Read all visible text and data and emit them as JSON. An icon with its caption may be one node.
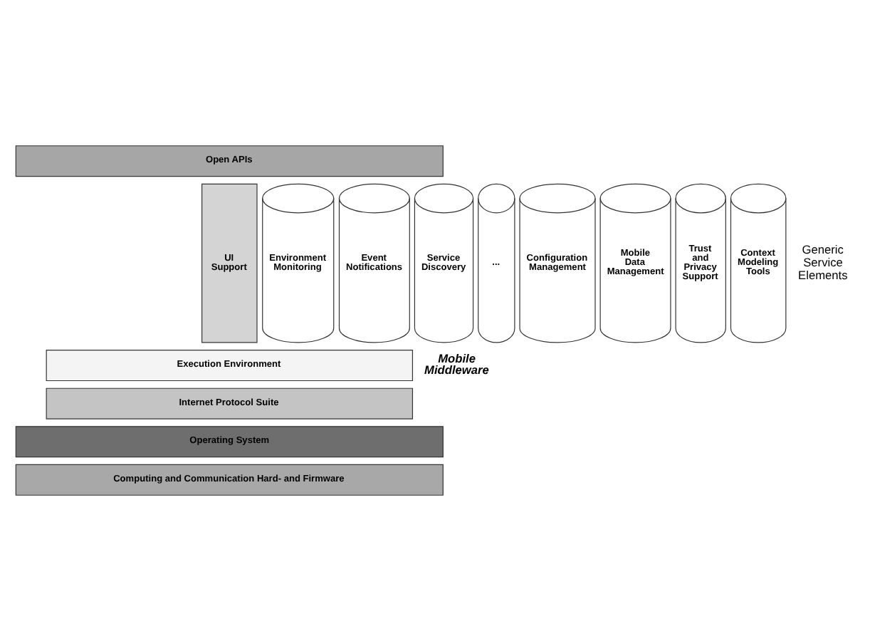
{
  "diagram": {
    "nodes": [
      {
        "text": [
          "Open APIs"
        ]
      },
      {
        "text": [
          "UI Support"
        ]
      },
      {
        "text": [
          "Environment Monitoring"
        ]
      },
      {
        "text": [
          "Event Notifications"
        ]
      },
      {
        "text": [
          "Service Discovery"
        ]
      },
      {
        "text": [
          "..."
        ]
      },
      {
        "text": [
          "Configuration Management"
        ]
      },
      {
        "text": [
          "Mobile Data Management"
        ]
      },
      {
        "text": [
          "Trust and Privacy Support"
        ]
      },
      {
        "text": [
          "Context Modeling Tools"
        ]
      },
      {
        "text": [
          "Execution Environment"
        ]
      },
      {
        "text": [
          "Internet Protocol Suite"
        ]
      },
      {
        "text": [
          "Operating System"
        ]
      },
      {
        "text": [
          "Computing and Communication Hard- and Firmware"
        ]
      }
    ],
    "labels": [
      "Generic Service Elements",
      "Mobile Middleware"
    ]
  }
}
